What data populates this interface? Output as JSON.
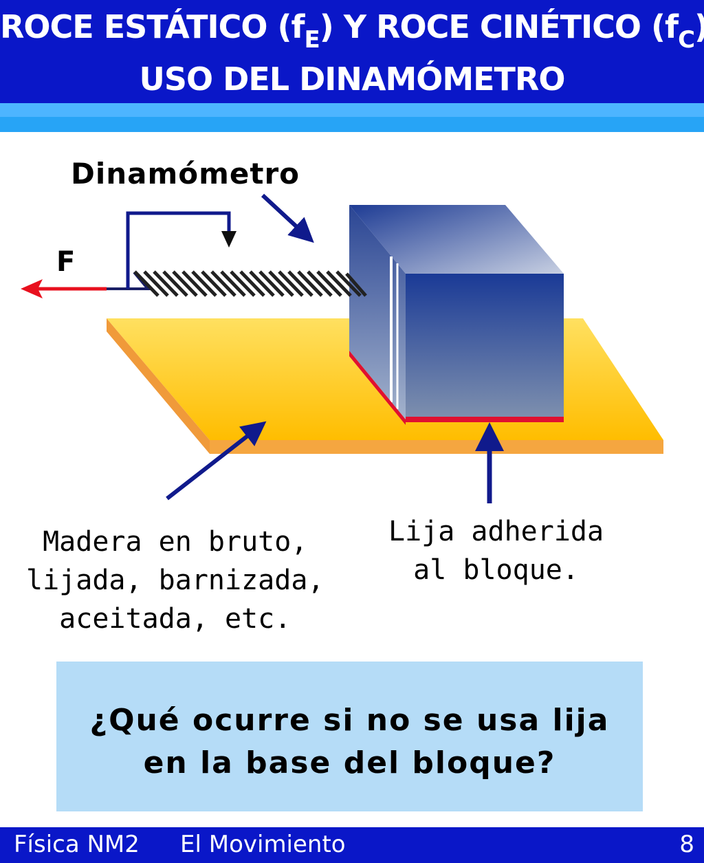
{
  "header": {
    "title_line1_a": "ROCE ESTÁTICO (f",
    "title_line1_sub_e": "E",
    "title_line1_b": ") Y ROCE CINÉTICO (f",
    "title_line1_sub_c": "C",
    "title_line1_c": ")",
    "title_line2": "USO DEL DINAMÓMETRO"
  },
  "diagram": {
    "label_dynamometer": "Dinamómetro",
    "label_force": "F",
    "label_surface": [
      "Madera en bruto,",
      "lijada, barnizada,",
      "aceitada, etc."
    ],
    "label_sandpaper": [
      "Lija adherida",
      "al bloque."
    ],
    "colors": {
      "block": "#1f3f99",
      "board": "#ffc20a",
      "board_edge": "#f09a3a",
      "force_arrow": "#e8101e",
      "pointer_arrows": "#101a8c",
      "sandpaper": "#e01030"
    }
  },
  "question": {
    "line1": "¿Qué ocurre si no se usa lija",
    "line2": "en la base del bloque?"
  },
  "footer": {
    "subject": "Física NM2",
    "topic": "El Movimiento",
    "page": "8"
  }
}
